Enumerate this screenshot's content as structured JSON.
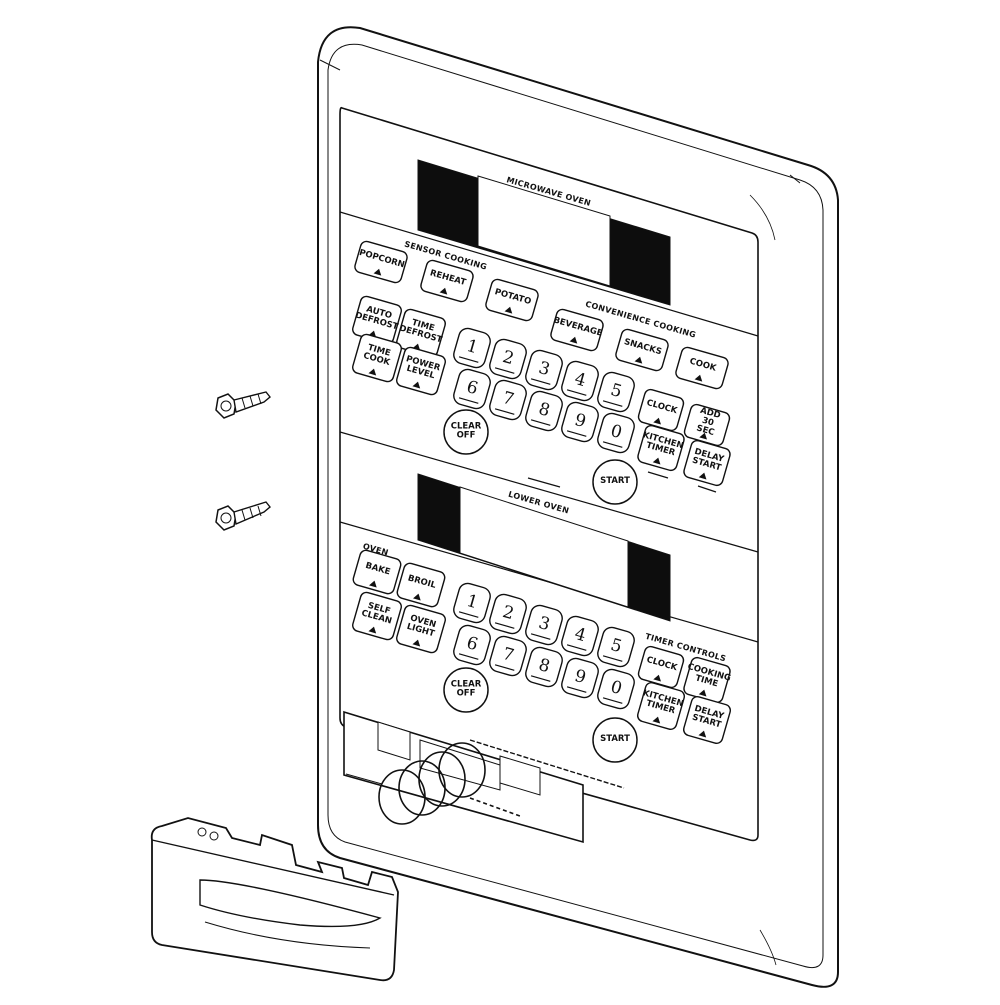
{
  "microwave": {
    "display_title": "MICROWAVE OVEN",
    "sensor_heading": "SENSOR COOKING",
    "convenience_heading": "CONVENIENCE COOKING",
    "buttons": {
      "popcorn": "POPCORN",
      "reheat": "REHEAT",
      "potato": "POTATO",
      "beverage": "BEVERAGE",
      "snacks": "SNACKS",
      "cook": "COOK",
      "auto_defrost": "AUTO DEFROST",
      "time_defrost": "TIME DEFROST",
      "time_cook": "TIME COOK",
      "power_level": "POWER LEVEL",
      "clear_off": "CLEAR OFF",
      "clock": "CLOCK",
      "add_30_sec": "ADD 30 SEC",
      "kitchen_timer": "KITCHEN TIMER",
      "delay_start": "DELAY START",
      "start": "START"
    },
    "keypad": [
      "1",
      "2",
      "3",
      "4",
      "5",
      "6",
      "7",
      "8",
      "9",
      "0"
    ]
  },
  "lower_oven": {
    "display_title": "LOWER OVEN",
    "oven_heading": "OVEN",
    "timer_heading": "TIMER CONTROLS",
    "buttons": {
      "bake": "BAKE",
      "broil": "BROIL",
      "self_clean": "SELF CLEAN",
      "oven_light": "OVEN LIGHT",
      "clear_off": "CLEAR OFF",
      "clock": "CLOCK",
      "cooking_time": "COOKING TIME",
      "kitchen_timer": "KITCHEN TIMER",
      "delay_start": "DELAY START",
      "start": "START"
    },
    "keypad": [
      "1",
      "2",
      "3",
      "4",
      "5",
      "6",
      "7",
      "8",
      "9",
      "0"
    ]
  },
  "colors": {
    "line": "#111111",
    "display": "#0d0d0d",
    "fill": "#ffffff"
  }
}
